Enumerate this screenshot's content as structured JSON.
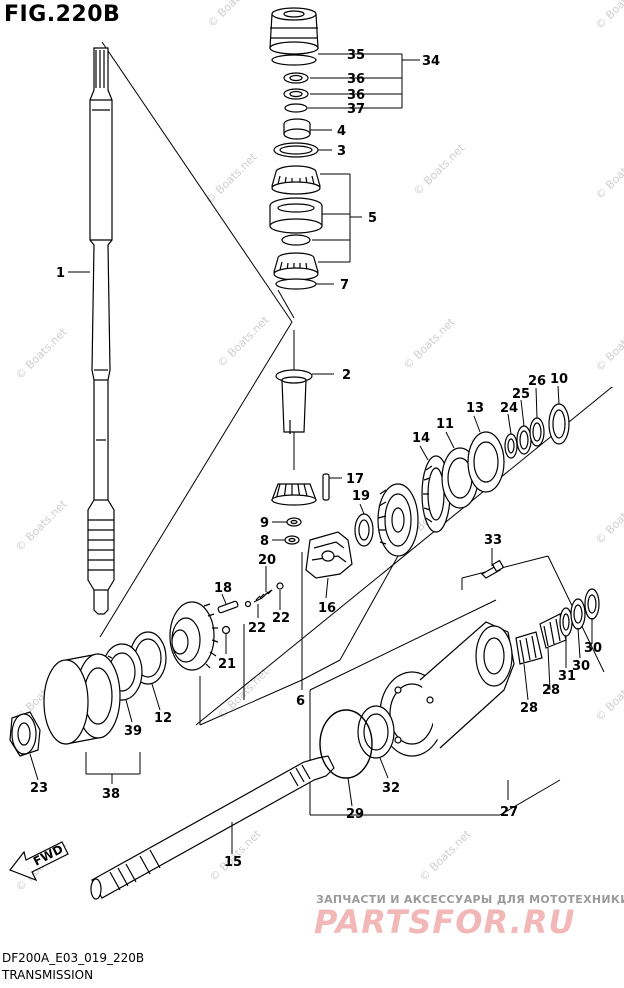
{
  "figure": {
    "title": "FIG.220B"
  },
  "footer": {
    "code": "DF200A_E03_019_220B",
    "name": "TRANSMISSION"
  },
  "banner": {
    "tagline": "ЗАПЧАСТИ И АКСЕССУАРЫ ДЛЯ МОТОТЕХНИКИ",
    "logo": "PARTSFOR.RU"
  },
  "watermark": "© Boats.net",
  "fwd_label": "FWD",
  "callouts": {
    "c1": "1",
    "c2": "2",
    "c3": "3",
    "c4": "4",
    "c5": "5",
    "c6": "6",
    "c7": "7",
    "c8": "8",
    "c9": "9",
    "c10": "10",
    "c11": "11",
    "c12": "12",
    "c13": "13",
    "c14": "14",
    "c15": "15",
    "c16": "16",
    "c17": "17",
    "c18": "18",
    "c19": "19",
    "c20": "20",
    "c21": "21",
    "c22a": "22",
    "c22b": "22",
    "c23": "23",
    "c24": "24",
    "c25": "25",
    "c26": "26",
    "c27": "27",
    "c28a": "28",
    "c28b": "28",
    "c29": "29",
    "c30a": "30",
    "c30b": "30",
    "c31": "31",
    "c32": "32",
    "c33": "33",
    "c34": "34",
    "c35": "35",
    "c36a": "36",
    "c36b": "36",
    "c37": "37",
    "c38": "38",
    "c39": "39"
  },
  "colors": {
    "line": "#000000",
    "watermark": "#cfcfcf",
    "logo": "#f2b8b8",
    "tagline": "#9a9a9a"
  }
}
